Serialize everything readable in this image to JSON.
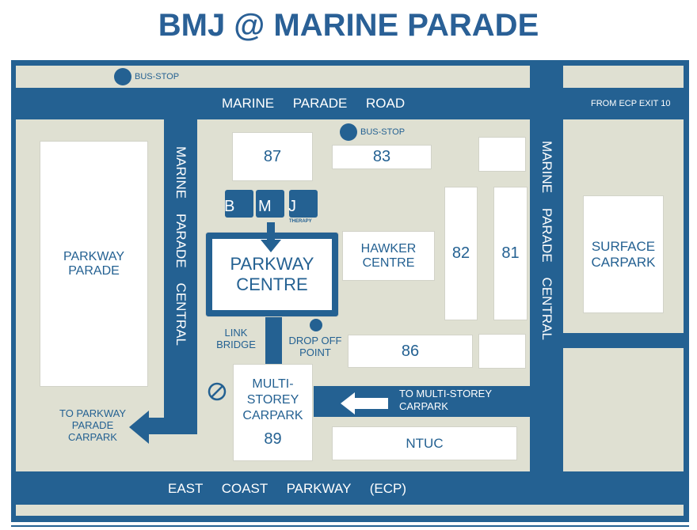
{
  "title": "BMJ @ MARINE PARADE",
  "colors": {
    "road": "#246192",
    "ground": "#dfe0d2",
    "building": "#ffffff"
  },
  "roads": {
    "marine_parade_road": "MARINE     PARADE     ROAD",
    "from_ecp": "FROM ECP EXIT 10",
    "mpc_left": "MARINE    PARADE    CENTRAL",
    "mpc_right": "MARINE    PARADE    CENTRAL",
    "ecp": "EAST     COAST     PARKWAY     (ECP)"
  },
  "bus_stop_label": "BUS-STOP",
  "bmj": {
    "b": "B",
    "m": "M",
    "j": "J",
    "therapy": "THERAPY"
  },
  "buildings": {
    "parkway_parade": "PARKWAY PARADE",
    "b87": "87",
    "b83": "83",
    "parkway_centre": "PARKWAY CENTRE",
    "hawker": "HAWKER CENTRE",
    "b82": "82",
    "b81": "81",
    "b86": "86",
    "multistorey": "MULTI-STOREY CARPARK",
    "b89": "89",
    "ntuc": "NTUC",
    "surface": "SURFACE CARPARK"
  },
  "labels": {
    "link_bridge": "LINK BRIDGE",
    "drop_off": "DROP OFF POINT",
    "to_multistorey": "TO  MULTI-STOREY CARPARK",
    "to_parkway": "TO PARKWAY PARADE CARPARK"
  }
}
